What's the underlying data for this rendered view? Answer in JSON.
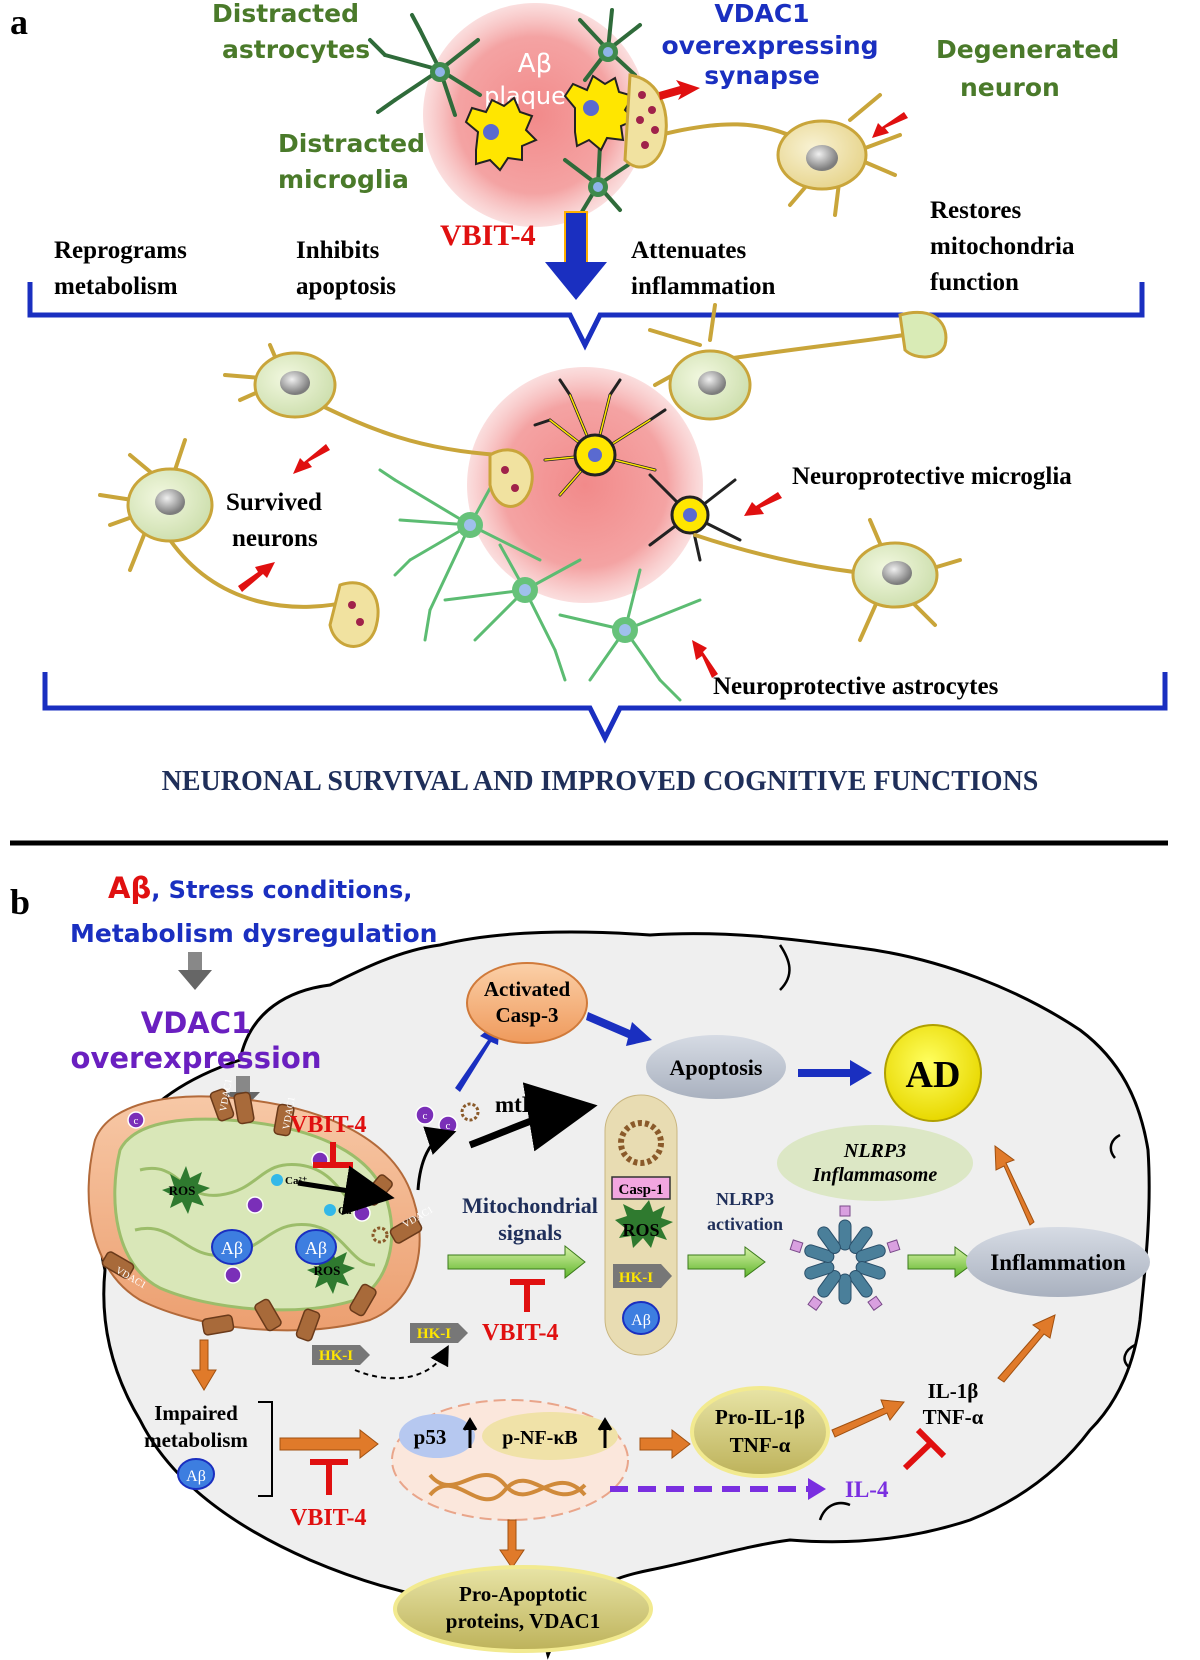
{
  "panel_a": {
    "label": "a",
    "labels": {
      "distracted_astrocytes": [
        "Distracted",
        "astrocytes"
      ],
      "ab_plaque": [
        "Aβ",
        "plaque"
      ],
      "vdac1_synapse": [
        "VDAC1",
        "overexpressing",
        "synapse"
      ],
      "degenerated_neuron": [
        "Degenerated",
        "neuron"
      ],
      "distracted_microglia": [
        "Distracted",
        "microglia"
      ],
      "vbit4": "VBIT-4",
      "survived_neurons": [
        "Survived",
        "neurons"
      ],
      "neuroprotective_microglia": "Neuroprotective microglia",
      "neuroprotective_astrocytes": "Neuroprotective astrocytes"
    },
    "effects": [
      [
        "Reprograms",
        "metabolism"
      ],
      [
        "Inhibits",
        "apoptosis"
      ],
      [
        "Attenuates",
        "inflammation"
      ],
      [
        "Restores",
        "mitochondria",
        "function"
      ]
    ],
    "outcome": "NEURONAL SURVIVAL AND IMPROVED COGNITIVE FUNCTIONS"
  },
  "panel_b": {
    "label": "b",
    "triggers": {
      "ab": "Aβ",
      "stress": ", Stress conditions,",
      "metabolism": "Metabolism dysregulation"
    },
    "vdac1_over": [
      "VDAC1",
      "overexpression"
    ],
    "activated_casp3": [
      "Activated",
      "Casp-3"
    ],
    "apoptosis": "Apoptosis",
    "ad": "AD",
    "mtdna": "mtDNA",
    "nlrp3_inflammasome": [
      "NLRP3",
      "Inflammasome"
    ],
    "mito_signals": [
      "Mitochondrial",
      "signals"
    ],
    "nlrp3_activation": [
      "NLRP3",
      "activation"
    ],
    "inflammation": "Inflammation",
    "vbit4": "VBIT-4",
    "casp1": "Casp-1",
    "ros": "ROS",
    "hk1": "HK-I",
    "ab": "Aβ",
    "vdac1": "VDAC1",
    "cytc": "c",
    "ca": "Ca²⁺",
    "impaired_metabolism": [
      "Impaired",
      "metabolism"
    ],
    "p53": "p53",
    "pnfkb": "p-NF-κB",
    "pro_il": [
      "Pro-IL-1β",
      "TNF-α"
    ],
    "il_tnf": [
      "IL-1β",
      "TNF-α"
    ],
    "il4": "IL-4",
    "pro_apoptotic": [
      "Pro-Apoptotic",
      "proteins, VDAC1"
    ]
  },
  "colors": {
    "bracket_blue": "#1a2fc0",
    "label_green": "#4a7a2a",
    "red": "#e01010",
    "navy": "#1f2f5a",
    "purple": "#6a1fc0",
    "brain_fill": "#efefef"
  }
}
